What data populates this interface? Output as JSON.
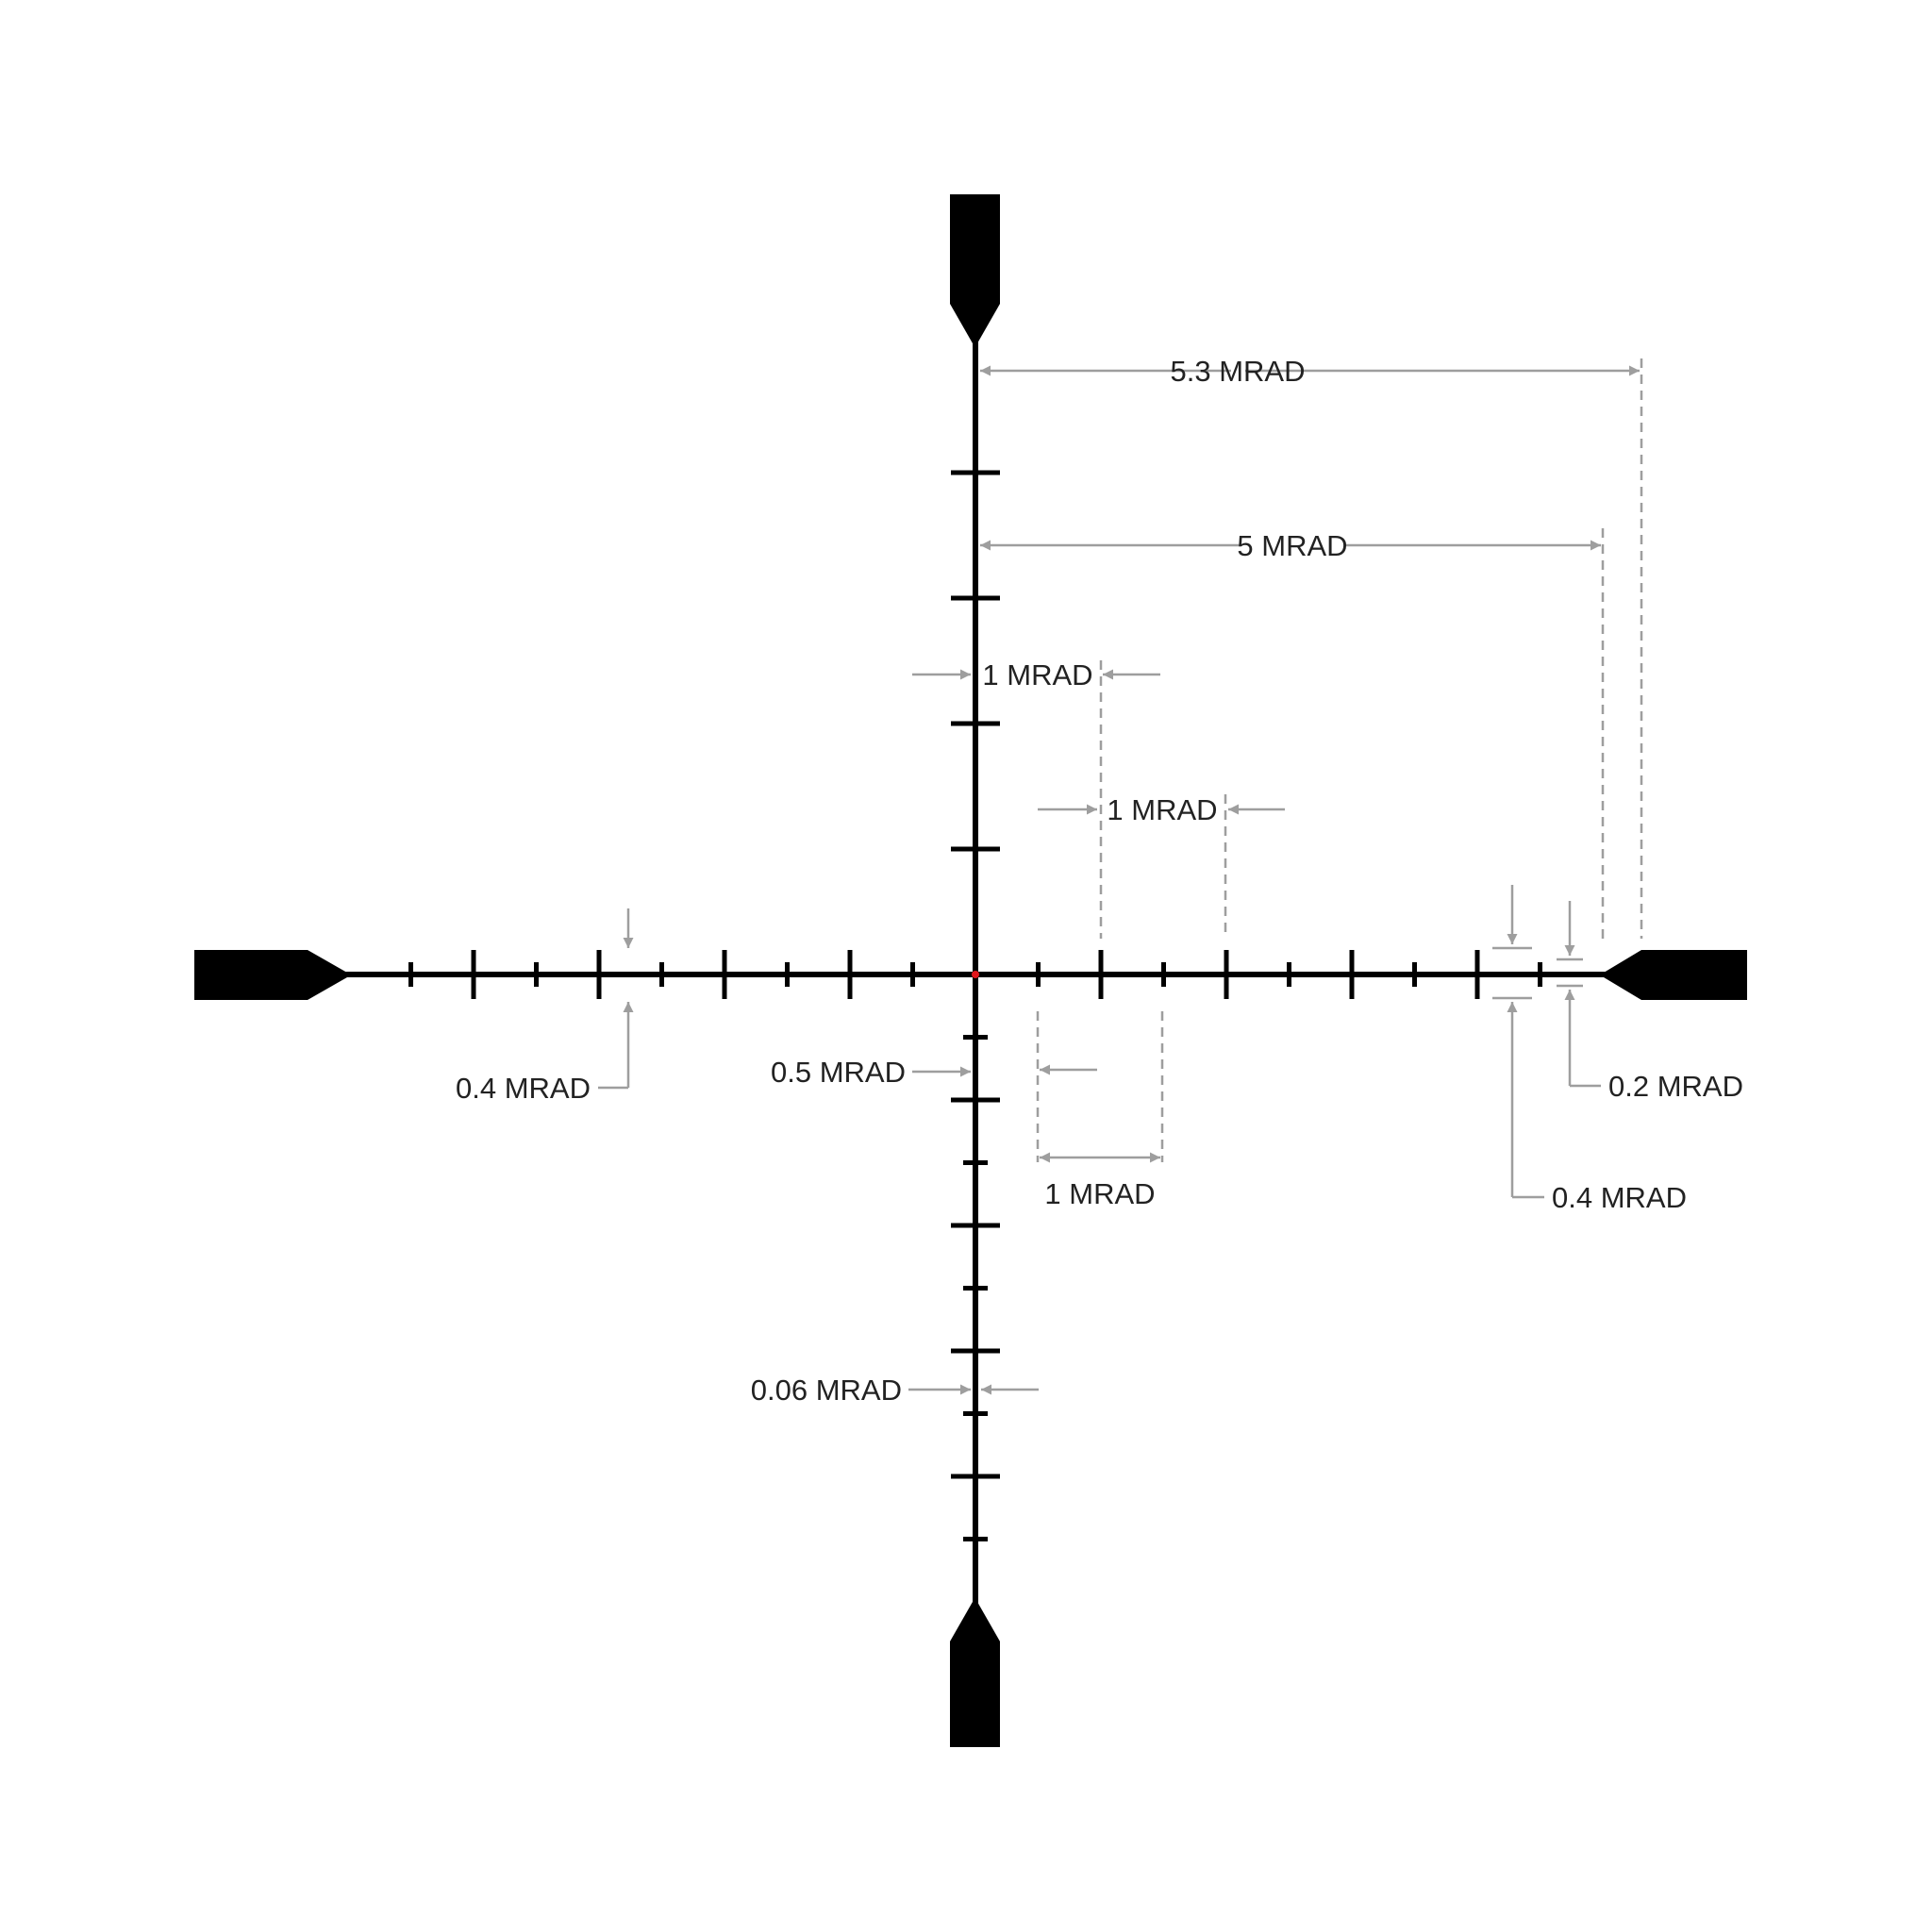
{
  "colors": {
    "reticle": "#000000",
    "dimension": "#9e9e9e",
    "center_dot": "#e0161b",
    "label": "#222222",
    "background": "#ffffff"
  },
  "labels": {
    "outer_span": "5.3 MRAD",
    "inner_span": "5 MRAD",
    "vertical_major_spacing": "1 MRAD",
    "horizontal_major_spacing_upper": "1 MRAD",
    "horizontal_major_spacing_lower": "1 MRAD",
    "vertical_half_spacing": "0.5 MRAD",
    "line_thickness": "0.06 MRAD",
    "major_tick_height_left": "0.4 MRAD",
    "major_tick_height_right": "0.4 MRAD",
    "minor_tick_height": "0.2 MRAD"
  },
  "icons": {
    "post_top": "thick-post",
    "post_bottom": "thick-post",
    "post_left": "thick-post",
    "post_right": "thick-post",
    "center": "red-dot"
  }
}
